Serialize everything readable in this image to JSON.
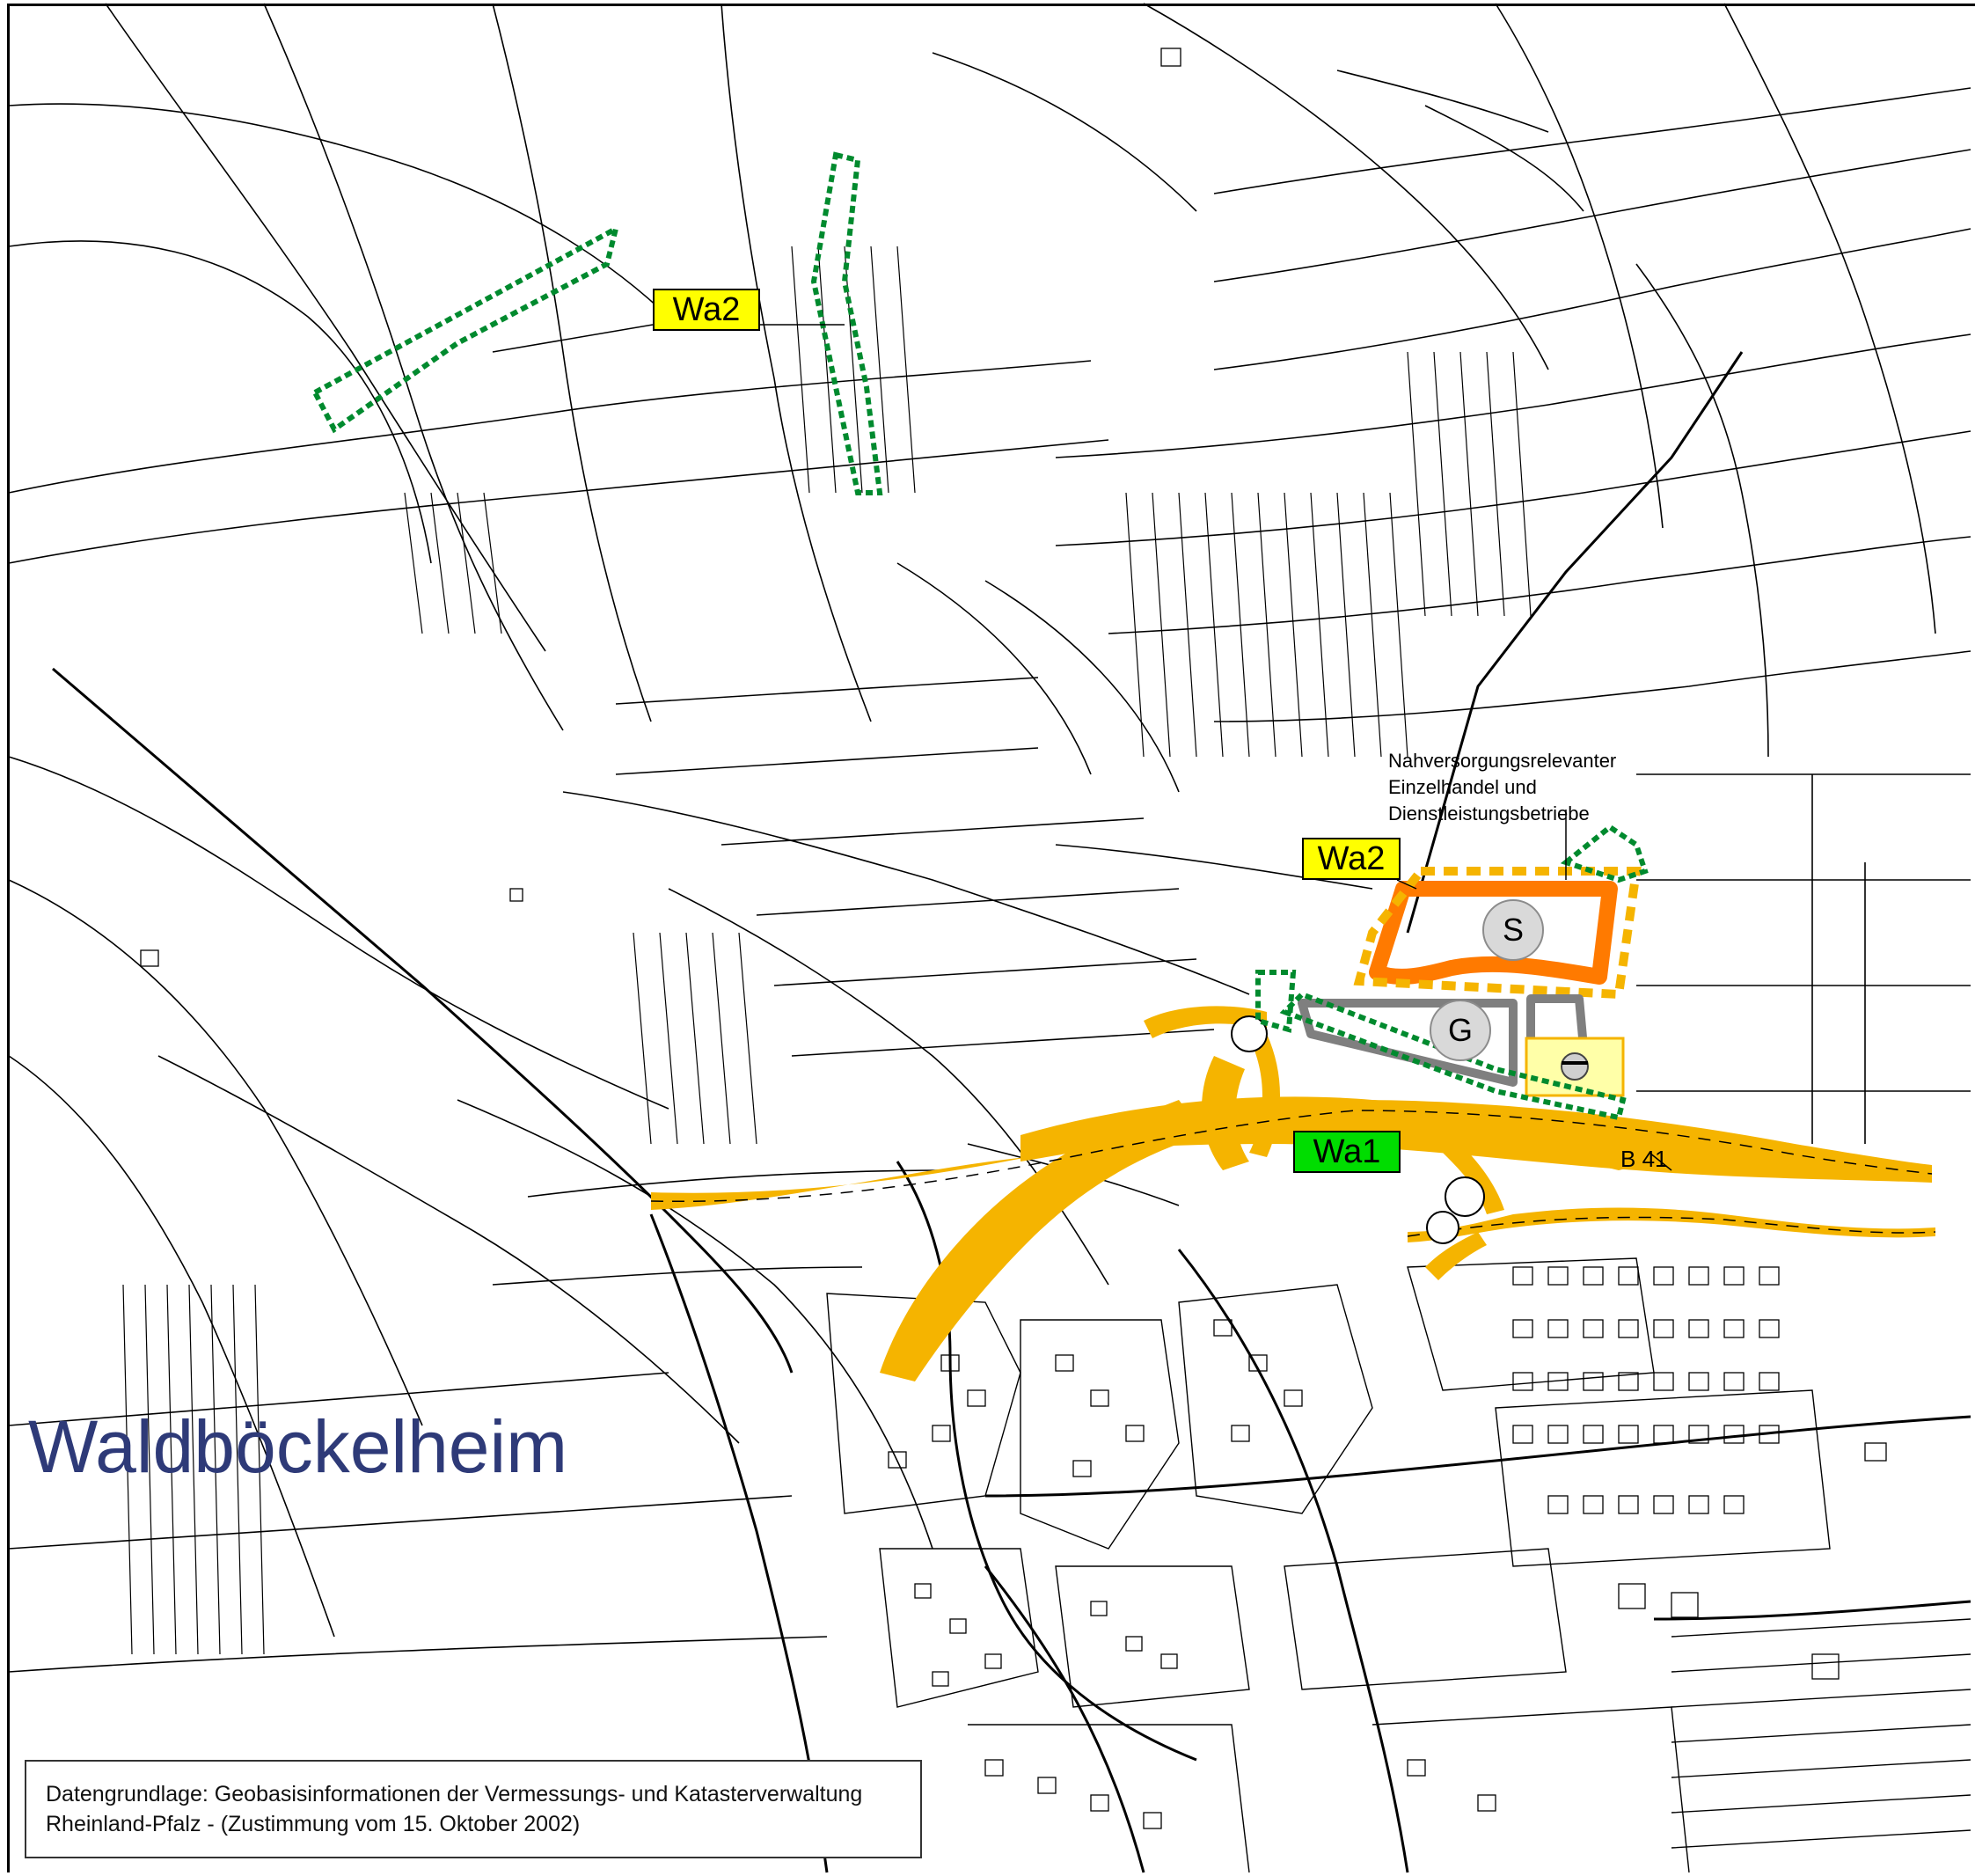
{
  "map": {
    "town_name": "Waldböckelheim",
    "labels": {
      "wa2_north": "Wa2",
      "wa2_center": "Wa2",
      "wa1": "Wa1",
      "s_zone": "S",
      "g_zone": "G",
      "road": "B 41"
    },
    "annotation": {
      "line1": "Nahversorgungsrelevanter",
      "line2": "Einzelhandel und",
      "line3": "Dienstleistungsbetriebe"
    },
    "legend": {
      "line1": "Datengrundlage: Geobasisinformationen der Vermessungs- und Katasterverwaltung",
      "line2": "Rheinland-Pfalz - (Zustimmung vom 15. Oktober 2002)"
    },
    "colors": {
      "road_fill": "#f5b400",
      "s_zone_outline": "#ff7a00",
      "g_zone_outline": "#7f7f7f",
      "wa1_fill": "#00dd00",
      "wa2_fill": "#ffff00",
      "green_hatch": "#008a2e",
      "town_label": "#2e3a78",
      "special_zone_fill": "#ffffa8"
    }
  }
}
